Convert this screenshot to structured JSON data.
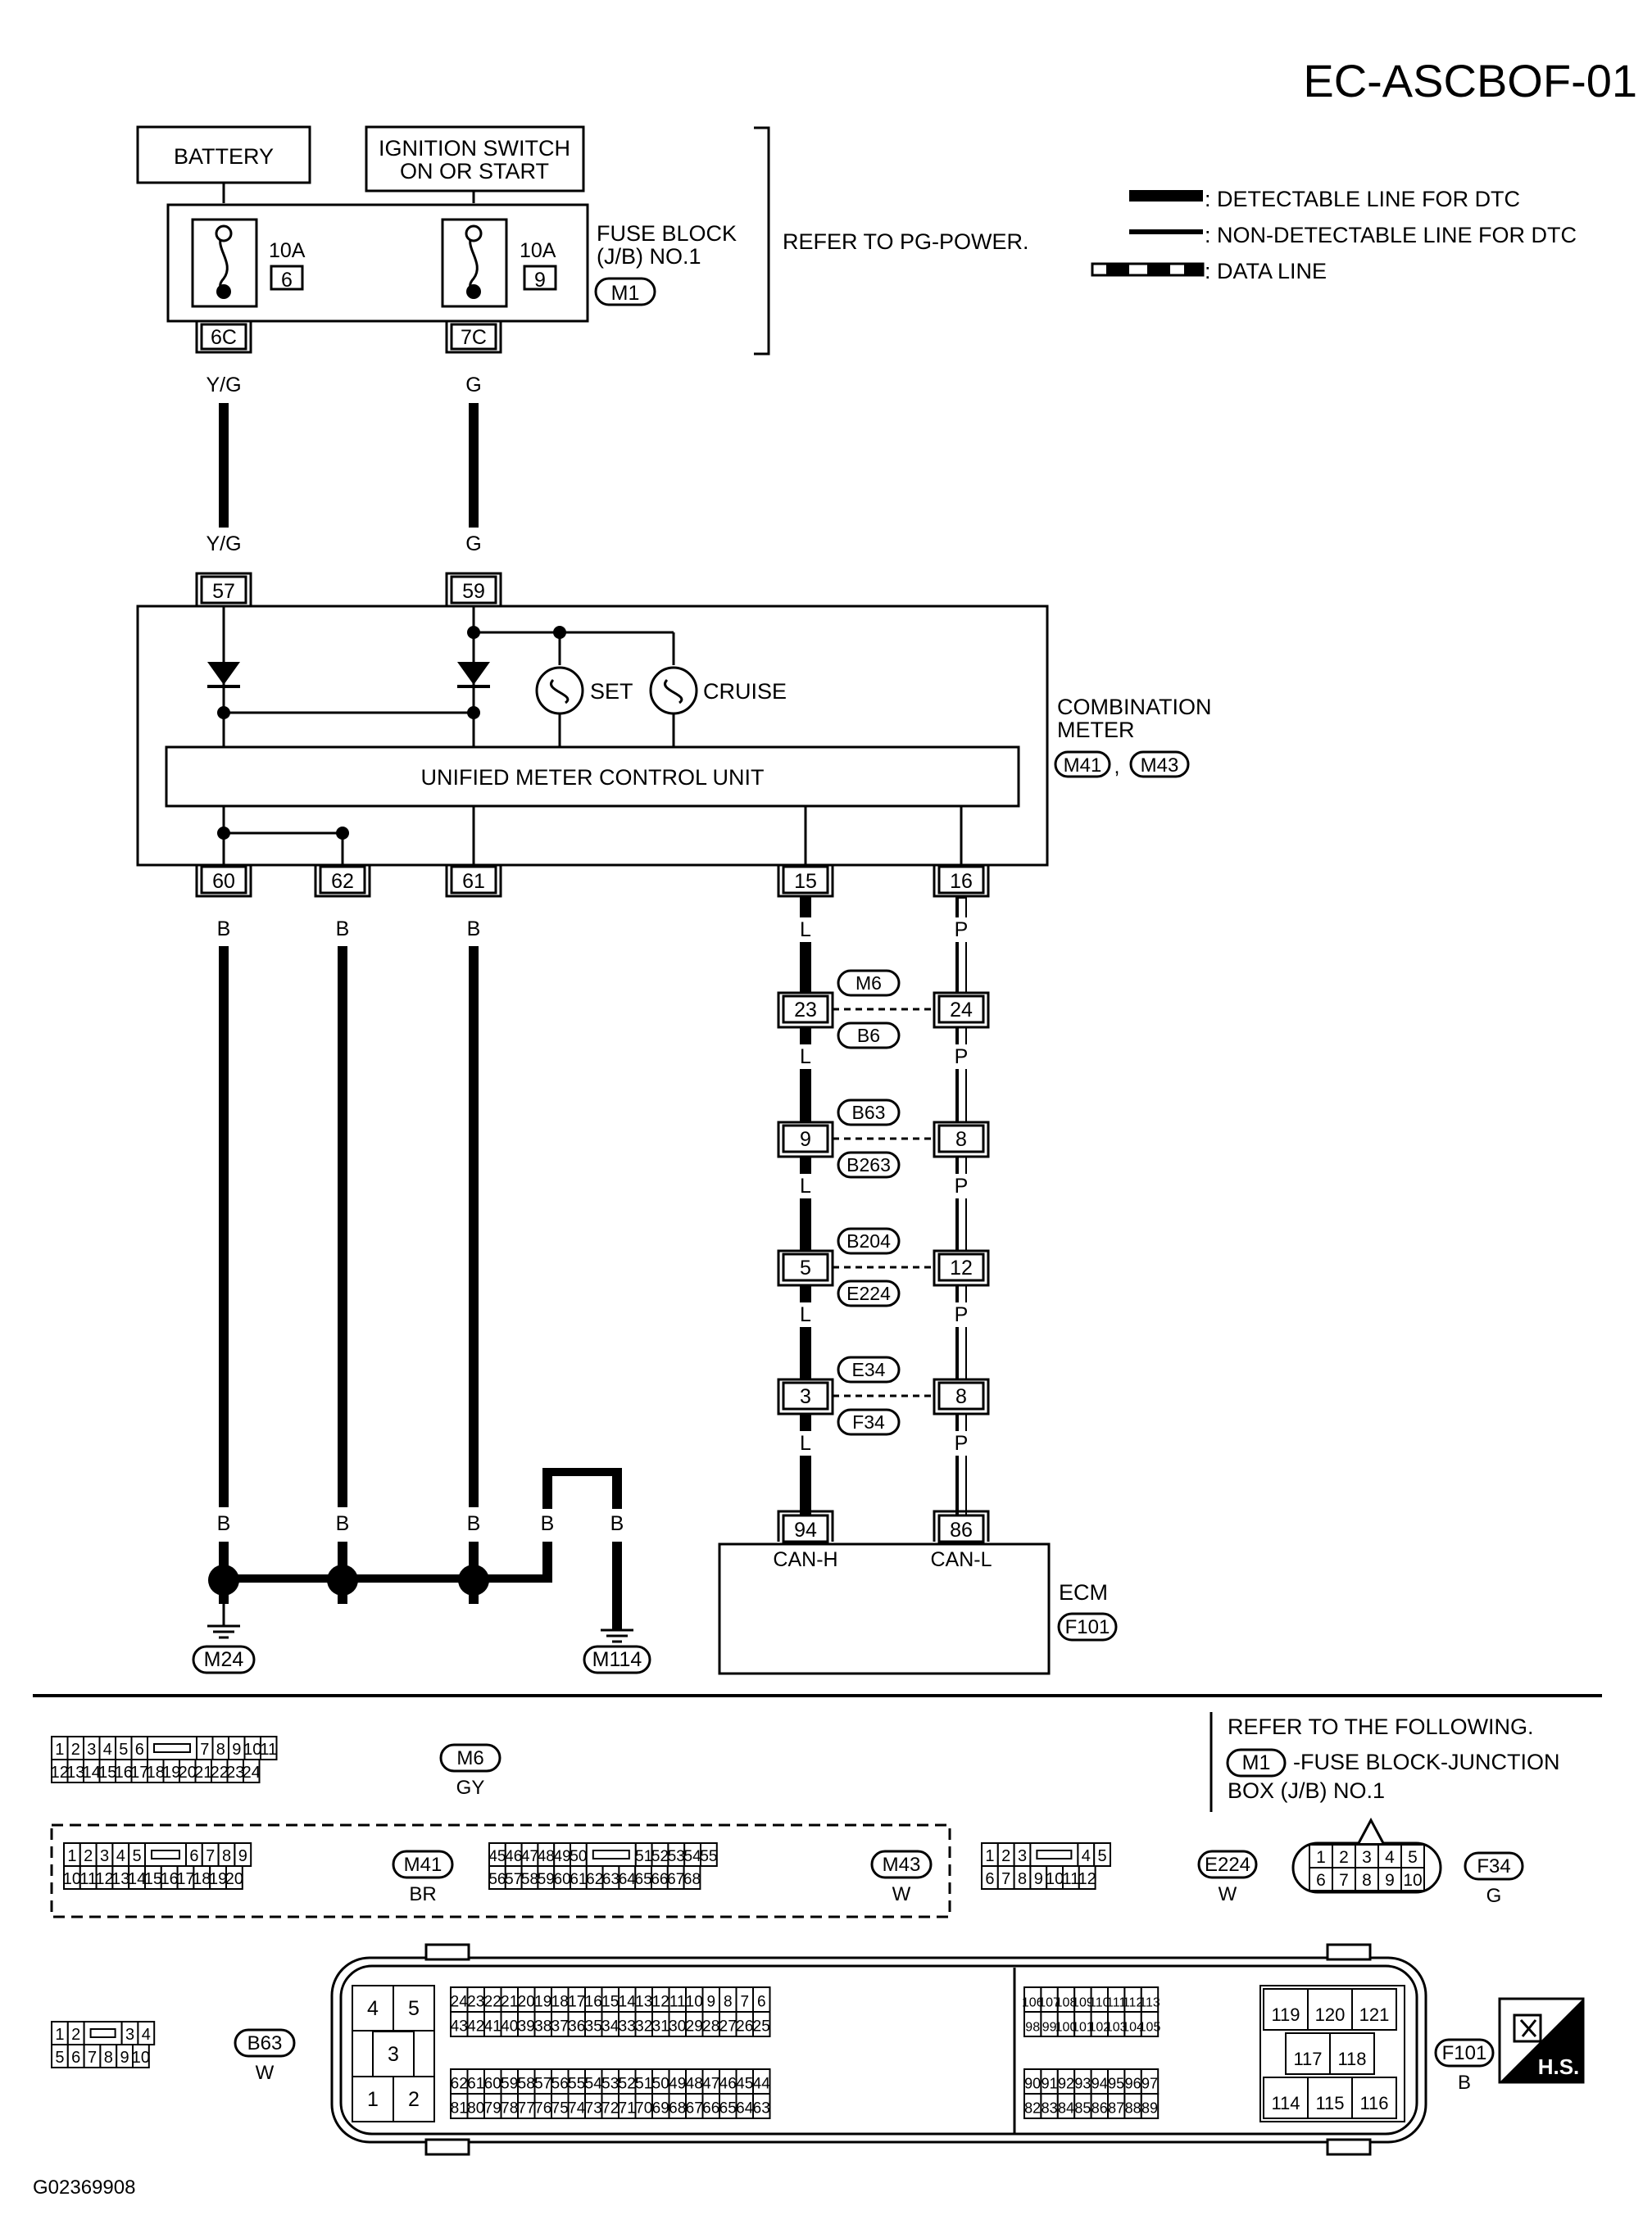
{
  "diagram_id": "EC-ASCBOF-01",
  "footer_code": "G02369908",
  "legend": {
    "detectable": ": DETECTABLE LINE FOR DTC",
    "non_detectable": ": NON-DETECTABLE LINE FOR DTC",
    "data_line": ": DATA LINE"
  },
  "power": {
    "battery": "BATTERY",
    "ign_line1": "IGNITION SWITCH",
    "ign_line2": "ON OR START",
    "refer": "REFER TO PG-POWER.",
    "fuse_block_line1": "FUSE BLOCK",
    "fuse_block_line2": "(J/B) NO.1",
    "fuse_block_conn": "M1",
    "fuse1_amp": "10A",
    "fuse1_num": "6",
    "fuse2_amp": "10A",
    "fuse2_num": "9",
    "term_6c": "6C",
    "term_7c": "7C"
  },
  "wire_colors": {
    "yg": "Y/G",
    "g": "G",
    "b": "B",
    "l": "L",
    "p": "P"
  },
  "combination_meter": {
    "name_line1": "COMBINATION",
    "name_line2": "METER",
    "conn1": "M41",
    "sep": ",",
    "conn2": "M43",
    "unit": "UNIFIED METER CONTROL UNIT",
    "set": "SET",
    "cruise": "CRUISE",
    "pin_57": "57",
    "pin_59": "59",
    "pin_60": "60",
    "pin_62": "62",
    "pin_61": "61",
    "pin_15": "15",
    "pin_16": "16"
  },
  "junctions": [
    {
      "upper": "M6",
      "lower": "B6",
      "left": "23",
      "right": "24"
    },
    {
      "upper": "B63",
      "lower": "B263",
      "left": "9",
      "right": "8"
    },
    {
      "upper": "B204",
      "lower": "E224",
      "left": "5",
      "right": "12"
    },
    {
      "upper": "E34",
      "lower": "F34",
      "left": "3",
      "right": "8"
    }
  ],
  "ecm": {
    "name": "ECM",
    "conn": "F101",
    "pin_94": "94",
    "pin_86": "86",
    "can_h": "CAN-H",
    "can_l": "CAN-L"
  },
  "grounds": {
    "g1": "M24",
    "g2": "M114"
  },
  "connectors": {
    "m6": {
      "id": "M6",
      "color": "GY",
      "row1a": [
        "1",
        "2",
        "3",
        "4",
        "5",
        "6"
      ],
      "row1b": [
        "7",
        "8",
        "9",
        "10",
        "11"
      ],
      "row2": [
        "12",
        "13",
        "14",
        "15",
        "16",
        "17",
        "18",
        "19",
        "20",
        "21",
        "22",
        "23",
        "24"
      ]
    },
    "m41": {
      "id": "M41",
      "color": "BR",
      "row1a": [
        "1",
        "2",
        "3",
        "4",
        "5"
      ],
      "row1b": [
        "6",
        "7",
        "8",
        "9"
      ],
      "row2": [
        "10",
        "11",
        "12",
        "13",
        "14",
        "15",
        "16",
        "17",
        "18",
        "19",
        "20"
      ]
    },
    "m43": {
      "id": "M43",
      "color": "W",
      "row1a": [
        "45",
        "46",
        "47",
        "48",
        "49",
        "50"
      ],
      "row1b": [
        "51",
        "52",
        "53",
        "54",
        "55"
      ],
      "row2": [
        "56",
        "57",
        "58",
        "59",
        "60",
        "61",
        "62",
        "63",
        "64",
        "65",
        "66",
        "67",
        "68"
      ]
    },
    "e224": {
      "id": "E224",
      "color": "W",
      "row1a": [
        "1",
        "2",
        "3"
      ],
      "row1b": [
        "4",
        "5"
      ],
      "row2": [
        "6",
        "7",
        "8",
        "9",
        "10",
        "11",
        "12"
      ]
    },
    "f34": {
      "id": "F34",
      "color": "G",
      "row1": [
        "1",
        "2",
        "3",
        "4",
        "5"
      ],
      "row2": [
        "6",
        "7",
        "8",
        "9",
        "10"
      ]
    },
    "b63": {
      "id": "B63",
      "color": "W",
      "row1a": [
        "1",
        "2"
      ],
      "row1b": [
        "3",
        "4"
      ],
      "row2": [
        "5",
        "6",
        "7",
        "8",
        "9",
        "10"
      ]
    },
    "f101": {
      "id": "F101",
      "color": "B",
      "left": [
        "4",
        "5",
        "3",
        "1",
        "2"
      ],
      "a1": [
        "24",
        "23",
        "22",
        "21",
        "20",
        "19",
        "18",
        "17",
        "16",
        "15",
        "14",
        "13",
        "12",
        "11",
        "10",
        "9",
        "8",
        "7",
        "6"
      ],
      "a2": [
        "43",
        "42",
        "41",
        "40",
        "39",
        "38",
        "37",
        "36",
        "35",
        "34",
        "33",
        "32",
        "31",
        "30",
        "29",
        "28",
        "27",
        "26",
        "25"
      ],
      "a3": [
        "62",
        "61",
        "60",
        "59",
        "58",
        "57",
        "56",
        "55",
        "54",
        "53",
        "52",
        "51",
        "50",
        "49",
        "48",
        "47",
        "46",
        "45",
        "44"
      ],
      "a4": [
        "81",
        "80",
        "79",
        "78",
        "77",
        "76",
        "75",
        "74",
        "73",
        "72",
        "71",
        "70",
        "69",
        "68",
        "67",
        "66",
        "65",
        "64",
        "63"
      ],
      "b1": [
        "106",
        "107",
        "108",
        "109",
        "110",
        "111",
        "112",
        "113"
      ],
      "b2": [
        "98",
        "99",
        "100",
        "101",
        "102",
        "103",
        "104",
        "105"
      ],
      "b3": [
        "90",
        "91",
        "92",
        "93",
        "94",
        "95",
        "96",
        "97"
      ],
      "b4": [
        "82",
        "83",
        "84",
        "85",
        "86",
        "87",
        "88",
        "89"
      ],
      "r1": [
        "119",
        "120",
        "121"
      ],
      "r2": [
        "117",
        "118"
      ],
      "r3": [
        "114",
        "115",
        "116"
      ]
    }
  },
  "refer_following": {
    "line1": "REFER TO THE FOLLOWING.",
    "conn": "M1",
    "line2": "-FUSE BLOCK-JUNCTION",
    "line3": "BOX (J/B) NO.1"
  },
  "hs": "H.S."
}
